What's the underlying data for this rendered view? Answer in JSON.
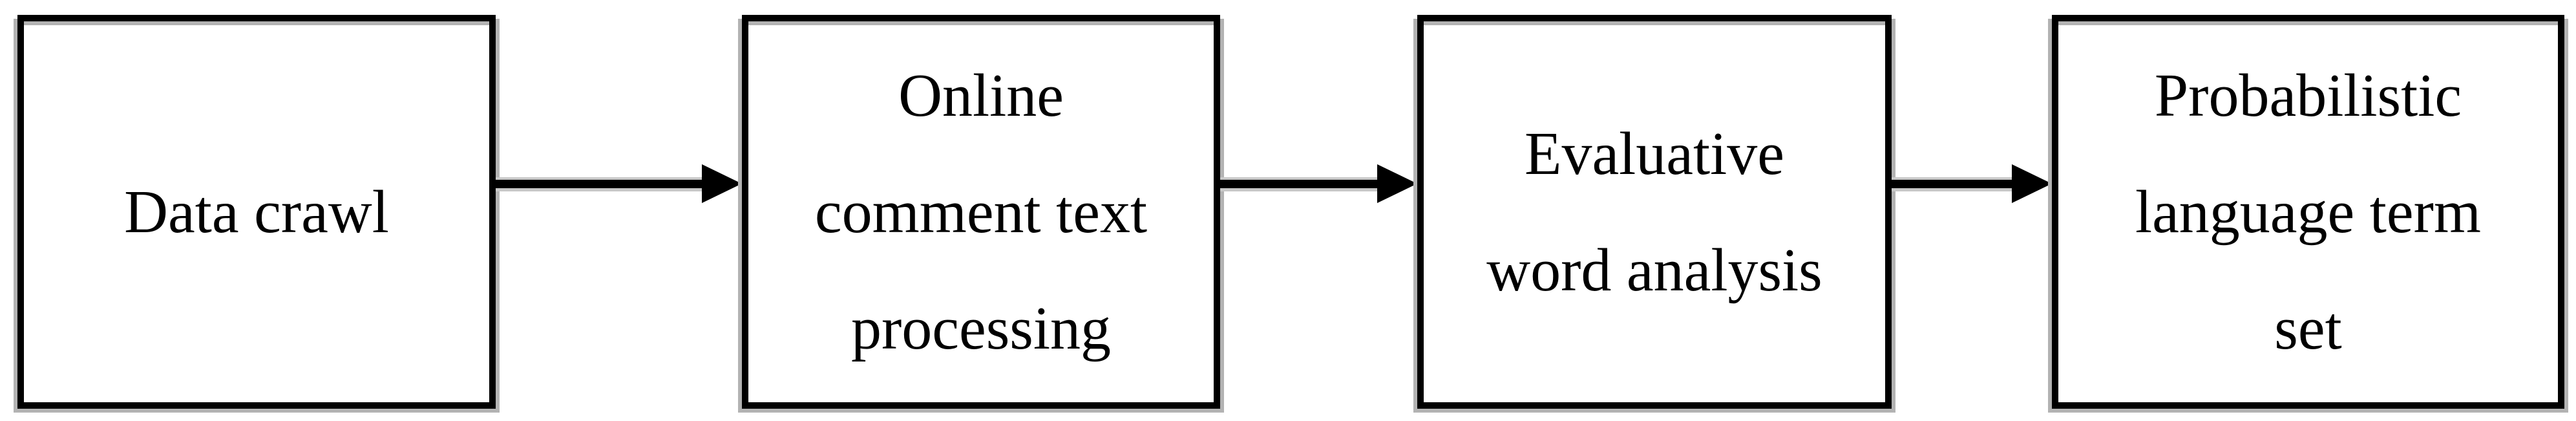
{
  "figure": {
    "type": "flowchart",
    "background_color": "#ffffff",
    "box_border_color": "#000000",
    "shadow_color": "#b3b3b3",
    "arrow_color": "#000000",
    "boxes": [
      {
        "id": "data-crawl",
        "label": "Data crawl",
        "lines": [
          "Data crawl"
        ]
      },
      {
        "id": "online-comment-text-processing",
        "label": "Online comment text processing",
        "lines": [
          "Online",
          "comment text",
          "processing"
        ]
      },
      {
        "id": "evaluative-word-analysis",
        "label": "Evaluative word analysis",
        "lines": [
          "Evaluative",
          "word analysis"
        ]
      },
      {
        "id": "probabilistic-language-term-set",
        "label": "Probabilistic language term set",
        "lines": [
          "Probabilistic",
          "language term",
          "set"
        ]
      }
    ],
    "connectors": [
      {
        "from": "data-crawl",
        "to": "online-comment-text-processing",
        "icon": "right-arrow-icon"
      },
      {
        "from": "online-comment-text-processing",
        "to": "evaluative-word-analysis",
        "icon": "right-arrow-icon"
      },
      {
        "from": "evaluative-word-analysis",
        "to": "probabilistic-language-term-set",
        "icon": "right-arrow-icon"
      }
    ]
  }
}
